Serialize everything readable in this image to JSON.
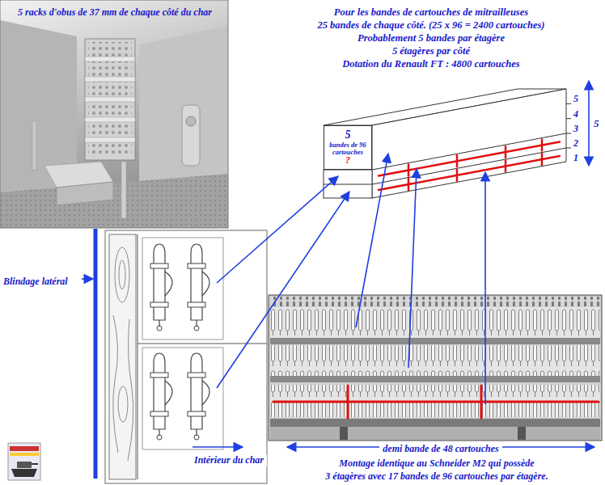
{
  "diagram": {
    "nodes": [
      {
        "text": [
          "5",
          "bandes de 96 cartouches",
          "?"
        ]
      }
    ],
    "labels": [
      "5 racks d'obus de 37 mm de chaque côté du char",
      "Pour les bandes de cartouches de mitrailleuses",
      "25 bandes de chaque côté. (25 x 96 = 2400 cartouches)",
      "Probablement 5 bandes par étagère",
      "5 étagères par côté",
      "Dotation du Renault FT : 4800 cartouches",
      "5",
      "4",
      "3",
      "2",
      "1",
      "5",
      "Blindage latéral",
      "Intérieur du char",
      "demi bande de 48 cartouches",
      "Montage identique au Schneider M2 qui possède",
      "3 étagères avec 17 bandes de 96 cartouches par étagère."
    ]
  }
}
